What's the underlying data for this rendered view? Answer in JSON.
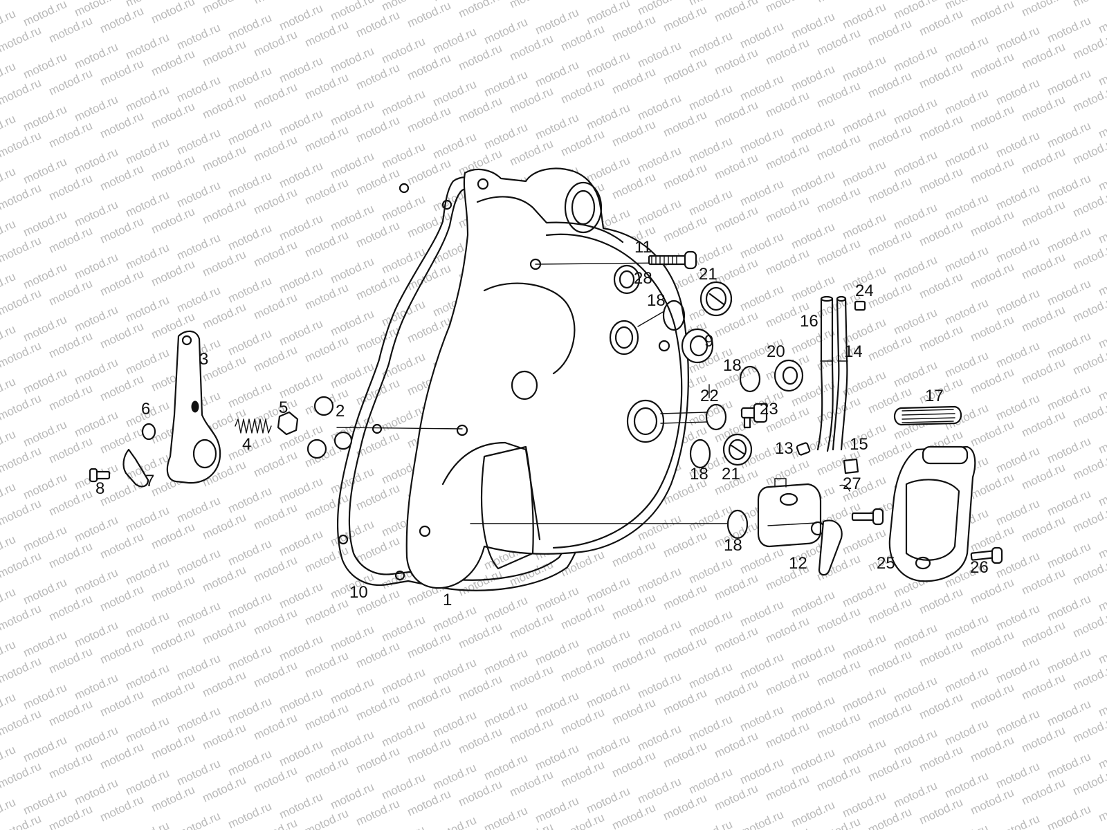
{
  "watermark": {
    "text": "motod.ru",
    "color": "#bdbdbd"
  },
  "colors": {
    "line": "#111111",
    "background": "#ffffff"
  },
  "labels": {
    "p1": "1",
    "p2": "2",
    "p3": "3",
    "p4": "4",
    "p5": "5",
    "p6": "6",
    "p7": "7",
    "p8": "8",
    "p9": "9",
    "p10": "10",
    "p11": "11",
    "p12": "12",
    "p13": "13",
    "p14": "14",
    "p15": "15",
    "p16": "16",
    "p17": "17",
    "p18a": "18",
    "p18b": "18",
    "p18c": "18",
    "p18d": "18",
    "p20": "20",
    "p21a": "21",
    "p21b": "21",
    "p22": "22",
    "p23": "23",
    "p24": "24",
    "p25": "25",
    "p26": "26",
    "p27": "27",
    "p28": "28"
  }
}
